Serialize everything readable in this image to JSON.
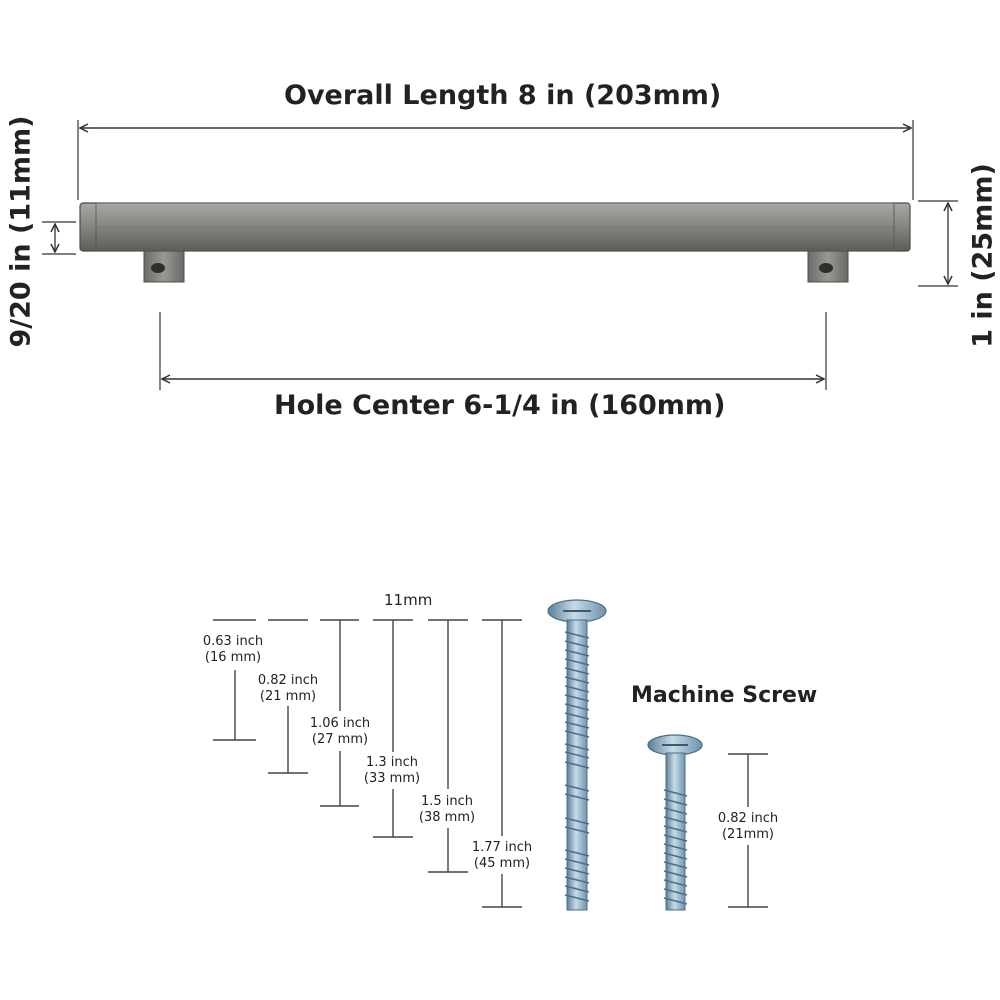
{
  "handle": {
    "overall_length": "Overall Length 8 in (203mm)",
    "hole_center": "Hole Center 6-1/4 in (160mm)",
    "bar_thickness": "9/20 in (11mm)",
    "height": "1 in (25mm)",
    "colors": {
      "metal": "#8a8884",
      "metal_dark": "#5e5c59",
      "line": "#333333"
    }
  },
  "screws": {
    "diameter": "11mm",
    "machine_screw_title": "Machine Screw",
    "lengths": [
      {
        "inch": "0.63 inch",
        "mm": "(16 mm)"
      },
      {
        "inch": "0.82 inch",
        "mm": "(21 mm)"
      },
      {
        "inch": "1.06 inch",
        "mm": "(27 mm)"
      },
      {
        "inch": "1.3 inch",
        "mm": "(33 mm)"
      },
      {
        "inch": "1.5 inch",
        "mm": "(38 mm)"
      },
      {
        "inch": "1.77 inch",
        "mm": "(45 mm)"
      }
    ],
    "machine_screw": {
      "inch": "0.82 inch",
      "mm": "(21mm)"
    },
    "colors": {
      "screw": "#8fb3cc",
      "screw_dark": "#5d7f99"
    }
  }
}
